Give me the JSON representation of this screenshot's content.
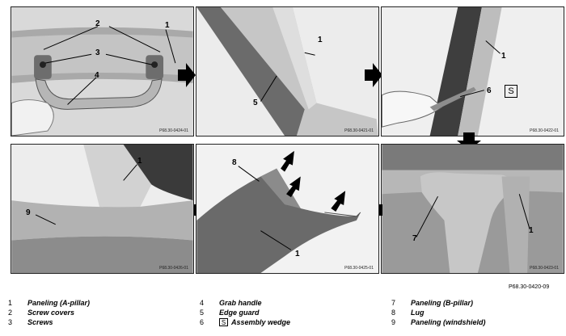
{
  "panels": [
    {
      "id": "p1",
      "code": "P68.30-0424-01",
      "callouts": [
        "2",
        "1",
        "3",
        "4"
      ]
    },
    {
      "id": "p2",
      "code": "P68.30-0421-01",
      "callouts": [
        "1",
        "5"
      ]
    },
    {
      "id": "p3",
      "code": "P68.30-0422-01",
      "callouts": [
        "1",
        "6"
      ]
    },
    {
      "id": "p4",
      "code": "P68.30-0423-01",
      "callouts": [
        "7",
        "1"
      ]
    },
    {
      "id": "p5",
      "code": "P68.30-0425-01",
      "callouts": [
        "8",
        "1"
      ]
    },
    {
      "id": "p6",
      "code": "P68.30-0426-01",
      "callouts": [
        "1",
        "9"
      ]
    }
  ],
  "figure_ref": "P68.30-0420-09",
  "wedge_icon_glyph": "S",
  "legend": [
    {
      "num": "1",
      "text": "Paneling (A-pillar)"
    },
    {
      "num": "2",
      "text": "Screw covers"
    },
    {
      "num": "3",
      "text": "Screws"
    },
    {
      "num": "4",
      "text": "Grab handle"
    },
    {
      "num": "5",
      "text": "Edge guard"
    },
    {
      "num": "6",
      "text": "Assembly  wedge"
    },
    {
      "num": "7",
      "text": "Paneling (B-pillar)"
    },
    {
      "num": "8",
      "text": "Lug"
    },
    {
      "num": "9",
      "text": "Paneling (windshield)"
    }
  ]
}
